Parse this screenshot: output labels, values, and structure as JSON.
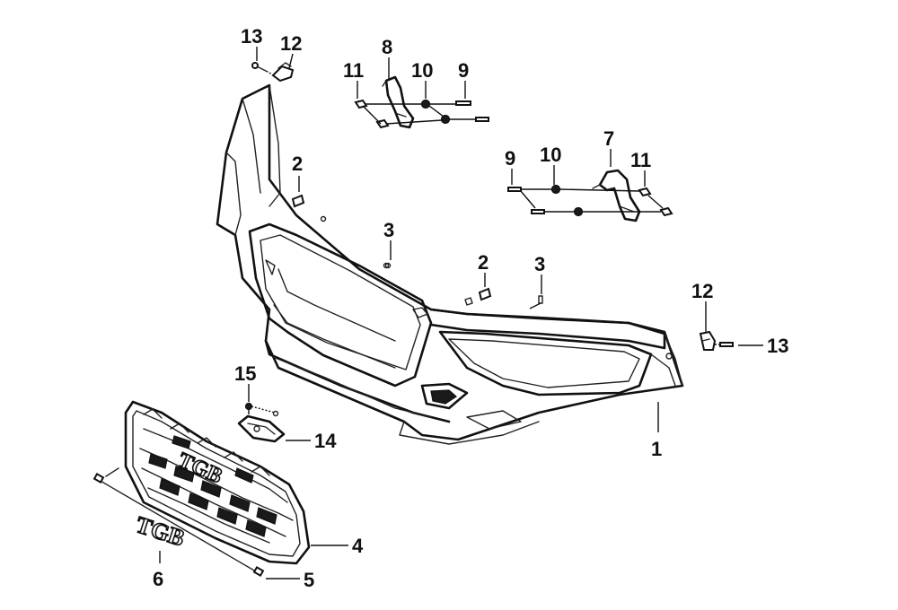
{
  "callouts": [
    {
      "id": "c1",
      "label": "1"
    },
    {
      "id": "c2a",
      "label": "2"
    },
    {
      "id": "c2b",
      "label": "2"
    },
    {
      "id": "c3a",
      "label": "3"
    },
    {
      "id": "c3b",
      "label": "3"
    },
    {
      "id": "c4",
      "label": "4"
    },
    {
      "id": "c5",
      "label": "5"
    },
    {
      "id": "c6",
      "label": "6"
    },
    {
      "id": "c7",
      "label": "7"
    },
    {
      "id": "c8",
      "label": "8"
    },
    {
      "id": "c9a",
      "label": "9"
    },
    {
      "id": "c9b",
      "label": "9"
    },
    {
      "id": "c10a",
      "label": "10"
    },
    {
      "id": "c10b",
      "label": "10"
    },
    {
      "id": "c11a",
      "label": "11"
    },
    {
      "id": "c11b",
      "label": "11"
    },
    {
      "id": "c12a",
      "label": "12"
    },
    {
      "id": "c12b",
      "label": "12"
    },
    {
      "id": "c13a",
      "label": "13"
    },
    {
      "id": "c13b",
      "label": "13"
    },
    {
      "id": "c14",
      "label": "14"
    },
    {
      "id": "c15",
      "label": "15"
    }
  ],
  "emblems": {
    "grille_logo": "TGB",
    "loose_logo": "TGB"
  }
}
